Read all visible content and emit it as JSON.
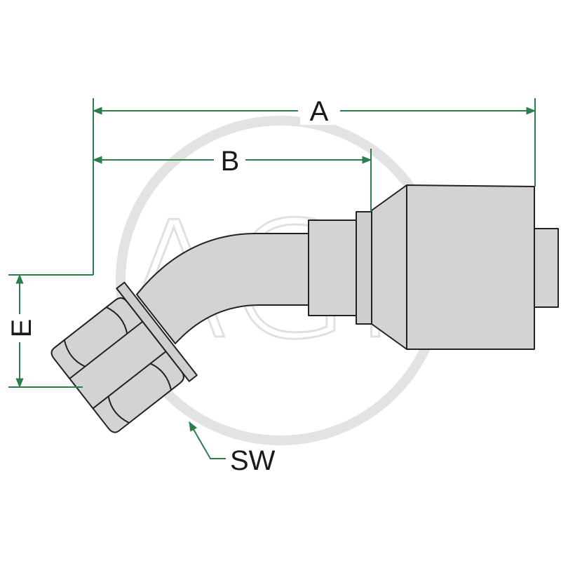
{
  "colors": {
    "dimension_line": "#2e7d4f",
    "part_fill": "#d3d3d3",
    "part_shadow": "#b9b9b9",
    "outline": "#222222",
    "watermark": "#e0e0e0"
  },
  "dimensions": {
    "a": "A",
    "b": "B",
    "e": "E",
    "sw": "SW"
  },
  "watermark": {
    "text": "AGP"
  }
}
